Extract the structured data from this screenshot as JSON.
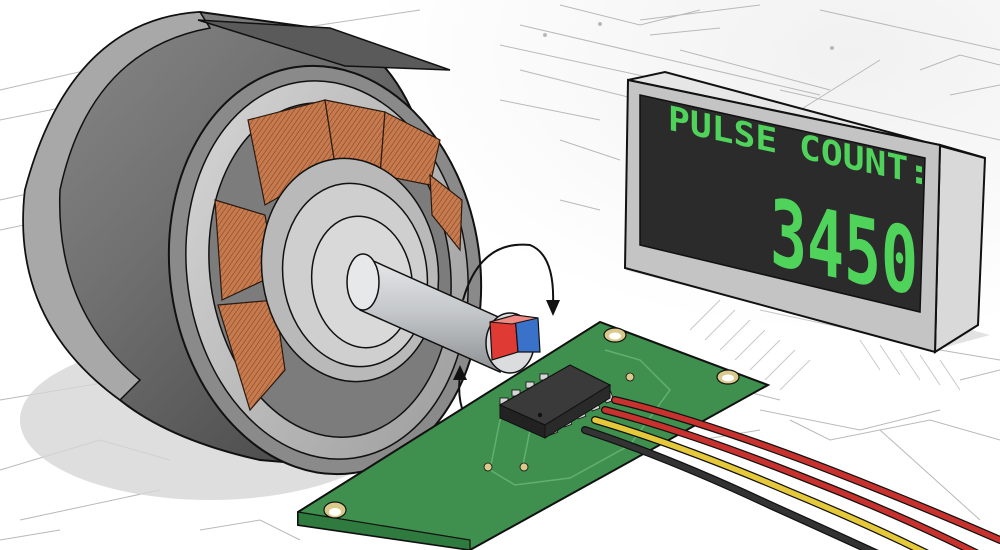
{
  "scene": {
    "description": "Illustration of an electric motor shaft with a diametric magnet, a magnetic encoder sensor chip on a green PCB with wires, and a digital pulse count display",
    "background": "schematic line drawing on white"
  },
  "display": {
    "label": "PULSE COUNT:",
    "value": "3450",
    "text_color": "#4fd35a",
    "screen_color": "#2b2b2b",
    "bezel_color": "#c4c4c4"
  },
  "motor": {
    "housing_color": "#6b6b6b",
    "coil_color": "#c0764a",
    "shaft_color": "#cfd2d4",
    "rotation_arrows": 2
  },
  "magnet": {
    "north_color": "#e03a35",
    "south_color": "#3a72c9"
  },
  "pcb": {
    "board_color": "#3f8f4e",
    "chip_color": "#2e2e2e",
    "mounting_holes": 3,
    "chip_pins_visible": 5
  },
  "wires": [
    {
      "color": "#c8322e"
    },
    {
      "color": "#c8322e"
    },
    {
      "color": "#e6c93a"
    },
    {
      "color": "#222222"
    }
  ]
}
